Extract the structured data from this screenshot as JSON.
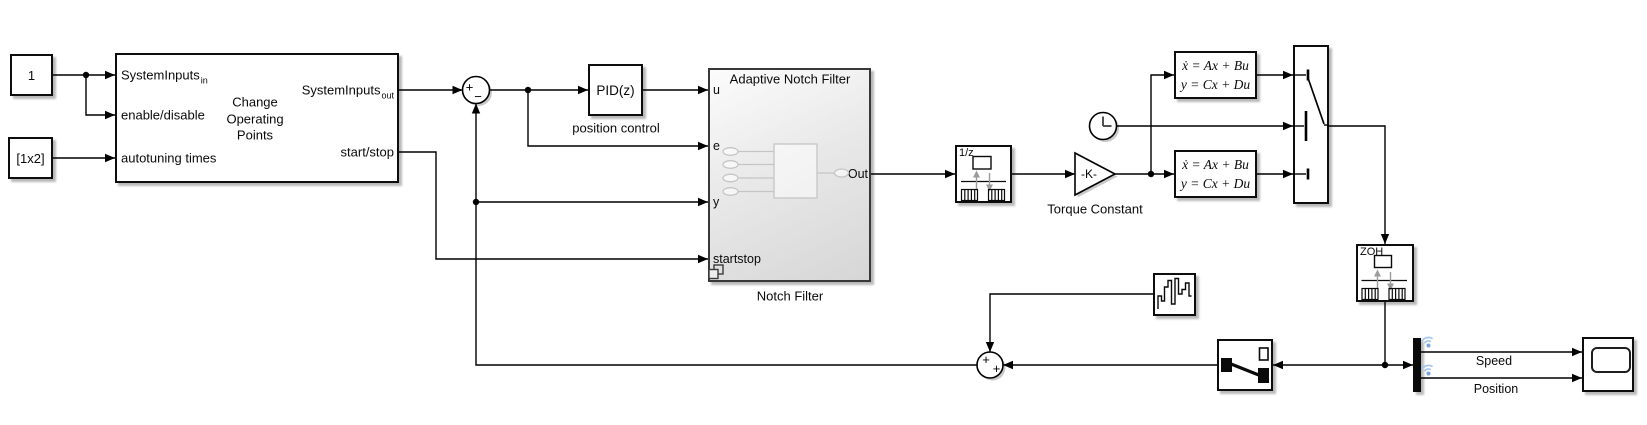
{
  "blocks": {
    "constant_one": {
      "value": "1"
    },
    "constant_vector": {
      "value": "[1x2]"
    },
    "cop": {
      "center_label": "Change\nOperating\nPoints",
      "in_system_inputs": "SystemInputs",
      "in_system_inputs_sub": "in",
      "in_enable": "enable/disable",
      "in_autotuning": "autotuning times",
      "out_system_inputs": "SystemInputs",
      "out_system_inputs_sub": "out",
      "out_start_stop": "start/stop"
    },
    "sum1": {
      "sign_west": "+",
      "sign_south": "−"
    },
    "pid": {
      "text": "PID(z)",
      "label": "position control"
    },
    "notch": {
      "title": "Adaptive Notch Filter",
      "port_u": "u",
      "port_e": "e",
      "port_y": "y",
      "port_startstop": "startstop",
      "port_out": "Out",
      "label": "Notch Filter"
    },
    "rate_transition": {
      "text": "1/z"
    },
    "gain": {
      "text": "-K-",
      "label": "Torque Constant"
    },
    "ss_upper": {
      "line1": "ẋ = Ax + Bu",
      "line2": "y = Cx + Du"
    },
    "ss_lower": {
      "line1": "ẋ = Ax + Bu",
      "line2": "y = Cx + Du"
    },
    "zoh": {
      "text": "ZOH"
    },
    "sum2": {
      "sign_north": "+",
      "sign_east": "+"
    },
    "signals": {
      "speed": "Speed",
      "position": "Position"
    }
  },
  "icons": {
    "clock_icon": "circle-with-hands",
    "rate_transition_icon": "sample-combs-with-arrows",
    "zoh_icon": "sample-combs-with-arrows",
    "random_signal_icon": "stair-waveform",
    "scope_icon": "screen-rounded-rect",
    "manual_switch_icon": "two-contacts-lever",
    "switch_icon": "three-port-selector",
    "demux_icon": "black-bar",
    "signal_logging_badge": "wifi-dot",
    "subsystem_badge": "stacked-rectangles",
    "junction_dot": "filled-circle",
    "arrowhead": "filled-triangle"
  },
  "colors": {
    "wire": "#000000",
    "block_fill": "#ffffff",
    "block_border": "#0d0d0d",
    "notch_gradient_top": "#fcfcfc",
    "notch_gradient_bottom": "#d6d6d6",
    "sketch_gray": "#c5c5c5",
    "gray_arrow": "#9b9b9b",
    "badge_blue_arc": "#a5c6e8",
    "badge_blue_dot": "#7ba6d4"
  }
}
